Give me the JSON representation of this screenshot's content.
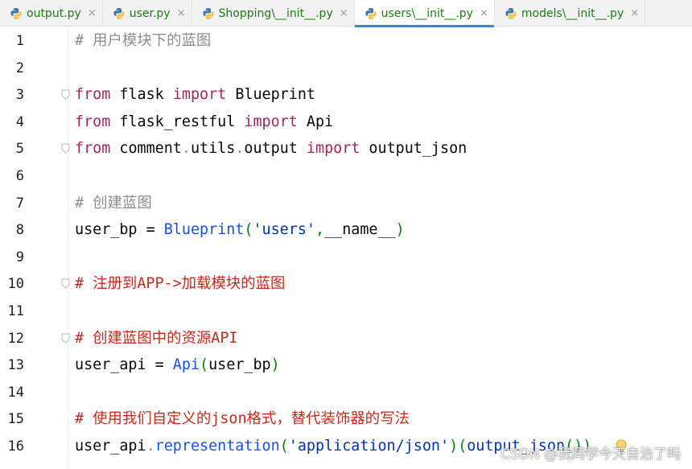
{
  "tabs": [
    {
      "label": "output.py",
      "close": "×",
      "active": false
    },
    {
      "label": "user.py",
      "close": "×",
      "active": false
    },
    {
      "label": "Shopping\\__init__.py",
      "close": "×",
      "active": false
    },
    {
      "label": "users\\__init__.py",
      "close": "×",
      "active": true
    },
    {
      "label": "models\\__init__.py",
      "close": "×",
      "active": false
    }
  ],
  "lines": [
    {
      "n": "1",
      "tokens": [
        {
          "t": "# 用户模块下的蓝图",
          "c": "cmt"
        }
      ]
    },
    {
      "n": "2",
      "tokens": []
    },
    {
      "n": "3",
      "tokens": [
        {
          "t": "from",
          "c": "kwp"
        },
        {
          "t": " flask ",
          "c": "op"
        },
        {
          "t": "import",
          "c": "kwp"
        },
        {
          "t": " Blueprint",
          "c": "op"
        }
      ]
    },
    {
      "n": "4",
      "tokens": [
        {
          "t": "from",
          "c": "kwp"
        },
        {
          "t": " flask_restful ",
          "c": "op"
        },
        {
          "t": "import",
          "c": "kwp"
        },
        {
          "t": " Api",
          "c": "op"
        }
      ]
    },
    {
      "n": "5",
      "tokens": [
        {
          "t": "from",
          "c": "kwp"
        },
        {
          "t": " comment",
          "c": "op"
        },
        {
          "t": ".",
          "c": "cmt"
        },
        {
          "t": "utils",
          "c": "op"
        },
        {
          "t": ".",
          "c": "cmt"
        },
        {
          "t": "output ",
          "c": "op"
        },
        {
          "t": "import",
          "c": "kwp"
        },
        {
          "t": " output_json",
          "c": "op"
        }
      ]
    },
    {
      "n": "6",
      "tokens": []
    },
    {
      "n": "7",
      "tokens": [
        {
          "t": "# 创建蓝图",
          "c": "cmt"
        }
      ]
    },
    {
      "n": "8",
      "tokens": [
        {
          "t": "user_bp ",
          "c": "op"
        },
        {
          "t": "=",
          "c": "op"
        },
        {
          "t": " Blueprint",
          "c": "call"
        },
        {
          "t": "(",
          "c": "str"
        },
        {
          "t": "'users'",
          "c": "kw"
        },
        {
          "t": ",",
          "c": "str"
        },
        {
          "t": "__name__",
          "c": "op"
        },
        {
          "t": ")",
          "c": "str"
        }
      ]
    },
    {
      "n": "9",
      "tokens": []
    },
    {
      "n": "10",
      "tokens": [
        {
          "t": "# 注册到APP->加载模块的蓝图",
          "c": "cmt-red"
        }
      ]
    },
    {
      "n": "11",
      "tokens": []
    },
    {
      "n": "12",
      "tokens": [
        {
          "t": "# 创建蓝图中的资源API",
          "c": "cmt-red"
        }
      ]
    },
    {
      "n": "13",
      "tokens": [
        {
          "t": "user_api ",
          "c": "op"
        },
        {
          "t": "=",
          "c": "op"
        },
        {
          "t": " Api",
          "c": "call"
        },
        {
          "t": "(",
          "c": "str"
        },
        {
          "t": "user_bp",
          "c": "op"
        },
        {
          "t": ")",
          "c": "str"
        }
      ]
    },
    {
      "n": "14",
      "tokens": []
    },
    {
      "n": "15",
      "tokens": [
        {
          "t": "# 使用我们自定义的json格式，替代装饰器的写法",
          "c": "cmt-red"
        }
      ]
    },
    {
      "n": "16",
      "tokens": [
        {
          "t": "user_api",
          "c": "op"
        },
        {
          "t": ".",
          "c": "cmt"
        },
        {
          "t": "representation",
          "c": "call"
        },
        {
          "t": "(",
          "c": "str"
        },
        {
          "t": "'application/json'",
          "c": "kw"
        },
        {
          "t": ")(",
          "c": "str"
        },
        {
          "t": "output_json",
          "c": "kw"
        },
        {
          "t": "())",
          "c": "str"
        }
      ]
    }
  ],
  "fold_lines": [
    "3",
    "5",
    "10",
    "12"
  ],
  "watermark": "CSDN @我同学今天自治了吗",
  "colors": {
    "keyword": "#a0265e",
    "string": "#067d17",
    "call": "#1750eb",
    "comment": "#8c8c8c",
    "comment_red": "#c22b1e",
    "tab_text": "#1c7a14",
    "active_underline": "#4083c9"
  }
}
